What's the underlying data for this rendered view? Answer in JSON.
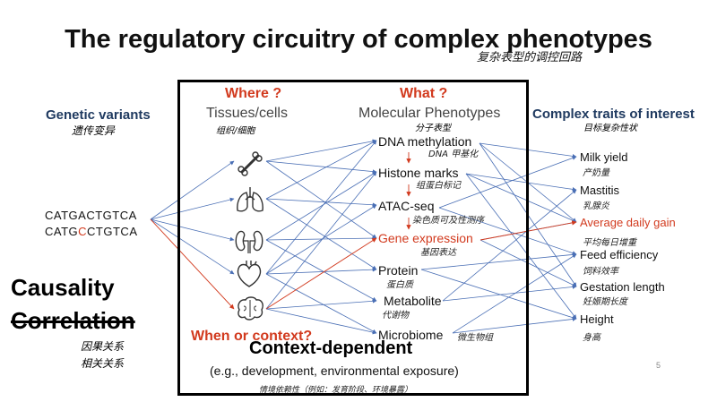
{
  "title": "The regulatory circuitry of complex phenotypes",
  "title_cn": "复杂表型的调控回路",
  "genetic_variants": {
    "label": "Genetic variants",
    "label_cn": "遗传变异",
    "seq1": "CATGACTGTCA",
    "seq2_pre": "CATG",
    "seq2_var": "C",
    "seq2_post": "CTGTCA"
  },
  "where": {
    "q": "Where ?",
    "label": "Tissues/cells",
    "label_cn": "组织/细胞"
  },
  "organs": [
    "bone-icon",
    "lungs-icon",
    "kidneys-icon",
    "heart-icon",
    "brain-icon"
  ],
  "what": {
    "q": "What ?",
    "label": "Molecular Phenotypes",
    "label_cn": "分子表型"
  },
  "molecular": [
    {
      "label": "DNA methylation",
      "cn": "DNA 甲基化",
      "color": "#111111"
    },
    {
      "label": "Histone marks",
      "cn": "组蛋白标记",
      "color": "#111111"
    },
    {
      "label": "ATAC-seq",
      "cn": "染色质可及性测序",
      "color": "#111111"
    },
    {
      "label": "Gene expression",
      "cn": "基因表达",
      "color": "#d23a1e"
    },
    {
      "label": "Protein",
      "cn": "蛋白质",
      "color": "#111111"
    },
    {
      "label": "Metabolite",
      "cn": "代谢物",
      "color": "#111111"
    },
    {
      "label": "Microbiome",
      "cn": "微生物组",
      "color": "#111111"
    }
  ],
  "complex": {
    "label": "Complex traits of interest",
    "label_cn": "目标复杂性状"
  },
  "traits": [
    {
      "label": "Milk yield",
      "cn": "产奶量",
      "color": "#111111"
    },
    {
      "label": "Mastitis",
      "cn": "乳腺炎",
      "color": "#111111"
    },
    {
      "label": "Average daily gain",
      "cn": "平均每日增重",
      "color": "#d23a1e"
    },
    {
      "label": "Feed efficiency",
      "cn": "饲料效率",
      "color": "#111111"
    },
    {
      "label": "Gestation length",
      "cn": "妊娠期长度",
      "color": "#111111"
    },
    {
      "label": "Height",
      "cn": "身高",
      "color": "#111111"
    }
  ],
  "causality": "Causality",
  "correlation": "Correlation",
  "causality_cn": "因果关系",
  "correlation_cn": "相关关系",
  "when": "When or context?",
  "context": "Context-dependent",
  "context_eg": "(e.g., development, environmental exposure)",
  "context_cn": "情境依赖性（例如：发育阶段、环境暴露）",
  "slide_number": "5",
  "colors": {
    "arrow_blue": "#4a6fb5",
    "arrow_red": "#d23a1e",
    "header_blue": "#1f3a60"
  }
}
